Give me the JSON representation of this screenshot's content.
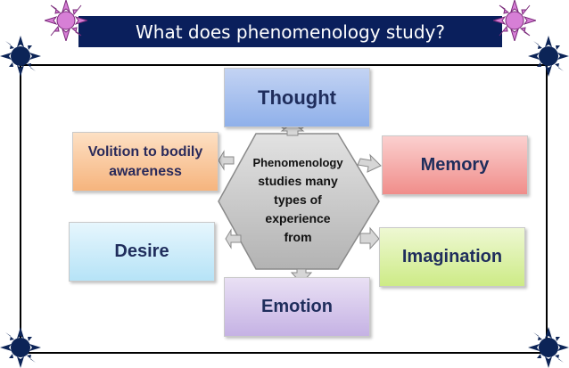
{
  "title": "What does phenomenology study?",
  "center_text": "Phenomenology studies many types of experience from",
  "center_lines": [
    "Phenomenology",
    "studies many",
    "types of",
    "experience",
    "from"
  ],
  "nodes": {
    "thought": "Thought",
    "memory": "Memory",
    "volition_line1": "Volition to bodily",
    "volition_line2": "awareness",
    "desire": "Desire",
    "imagination": "Imagination",
    "emotion": "Emotion"
  },
  "colors": {
    "title_bg": "#0a1f5c",
    "title_text": "#ffffff",
    "hexagon_fill": "#c4c4c4",
    "ornament_star": "#0c2457",
    "ornament_pink": "#d77fd6",
    "thought_box": "#a9c3ef",
    "memory_box": "#f5a9a7",
    "volition_box": "#f9c597",
    "desire_box": "#c9ebf9",
    "imagination_box": "#ddf0a8",
    "emotion_box": "#d6c9ec"
  },
  "icons": {
    "corner_ornament": "sun-star-icon",
    "top_ornament": "pink-sun-icon",
    "connector": "double-arrow-icon"
  }
}
